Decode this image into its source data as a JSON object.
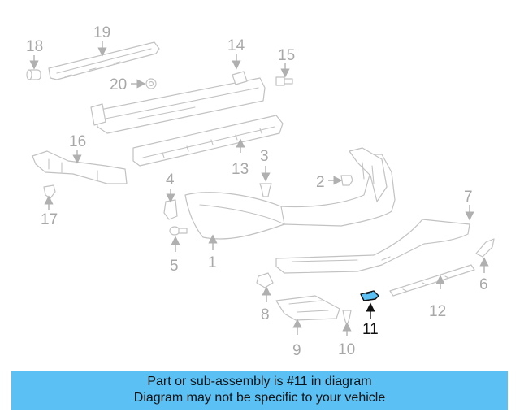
{
  "callouts": {
    "n1": "1",
    "n2": "2",
    "n3": "3",
    "n4": "4",
    "n5": "5",
    "n6": "6",
    "n7": "7",
    "n8": "8",
    "n9": "9",
    "n10": "10",
    "n11": "11",
    "n12": "12",
    "n13": "13",
    "n14": "14",
    "n15": "15",
    "n16": "16",
    "n17": "17",
    "n18": "18",
    "n19": "19",
    "n20": "20"
  },
  "highlighted_part": "11",
  "banner": {
    "line1": "Part or sub-assembly is #11 in diagram",
    "line2": "Diagram may not be specific to your vehicle"
  },
  "colors": {
    "banner_bg": "#5bc1f5",
    "part_stroke": "#c2c2c2",
    "callout_text": "#a8a8a8",
    "highlight": "#111111",
    "highlight_fill": "#5bc1f5"
  }
}
